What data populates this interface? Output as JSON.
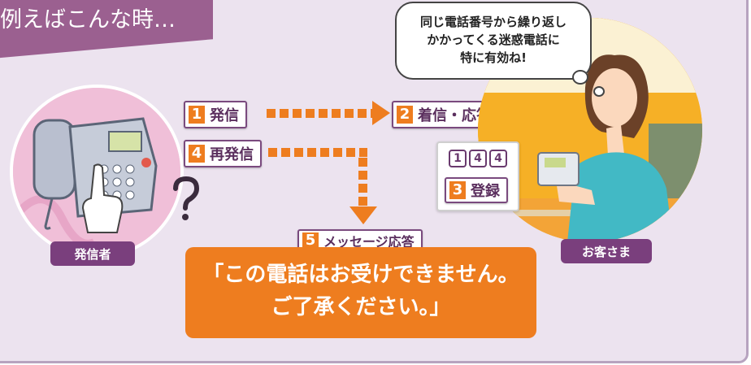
{
  "header": {
    "title": "例えばこんな時…"
  },
  "steps": {
    "step1": {
      "number": "1",
      "label": "発信"
    },
    "step2": {
      "number": "2",
      "label": "着信・応答"
    },
    "step3": {
      "number": "3",
      "label": "登録"
    },
    "step4": {
      "number": "4",
      "label": "再発信"
    },
    "step5": {
      "number": "5",
      "label": "メッセージ応答"
    }
  },
  "keys": [
    "1",
    "4",
    "4"
  ],
  "caller": {
    "label": "発信者"
  },
  "customer": {
    "label": "お客さま"
  },
  "speech_bubble": {
    "line1": "同じ電話番号から繰り返し",
    "line2": "かかってくる迷惑電話に",
    "line3": "特に有効ね!"
  },
  "message": {
    "line1": "「この電話はお受けできません。",
    "line2": "ご了承ください。」"
  },
  "colors": {
    "accent": "#ee7d1f",
    "brand": "#7a3f7d",
    "background": "#ece3ef"
  },
  "icons": [
    "telephone-icon",
    "pointing-hand-icon",
    "question-mark-icon",
    "arrow-right-icon",
    "arrow-down-icon",
    "woman-icon"
  ]
}
